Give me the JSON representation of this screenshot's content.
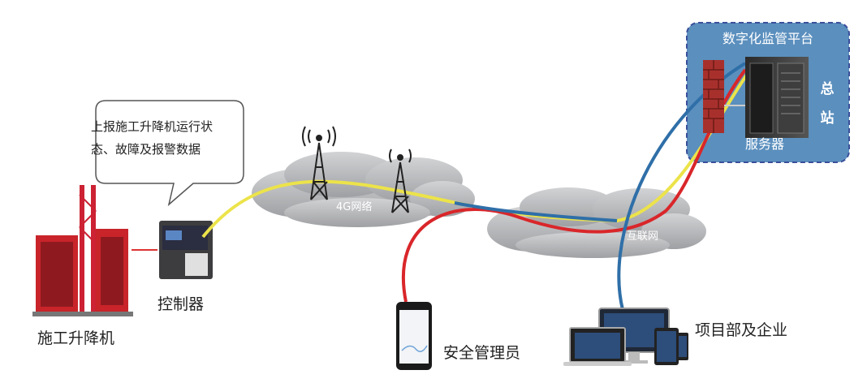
{
  "platform": {
    "title": "数字化监管平台",
    "headquarters_label": "总站",
    "server_label": "服务器"
  },
  "bubble": {
    "line1": "上报施工升降机运行状",
    "line2": "态、故障及报警数据"
  },
  "nodes": {
    "elevator_label": "施工升降机",
    "controller_label": "控制器",
    "network_4g_label": "4G网络",
    "internet_label": "互联网",
    "safety_manager_label": "安全管理员",
    "project_label": "项目部及企业"
  },
  "colors": {
    "yellow_line": "#ece34a",
    "red_line": "#d9262a",
    "blue_line": "#2f6fa8",
    "platform_bg": "#5b8fbe",
    "cloud": "#bfc0c2"
  },
  "icons": [
    "tower-icon",
    "server-icon",
    "firewall-icon",
    "phone-icon",
    "monitor-icon",
    "laptop-icon",
    "tablet-icon",
    "elevator-icon",
    "controller-icon"
  ]
}
